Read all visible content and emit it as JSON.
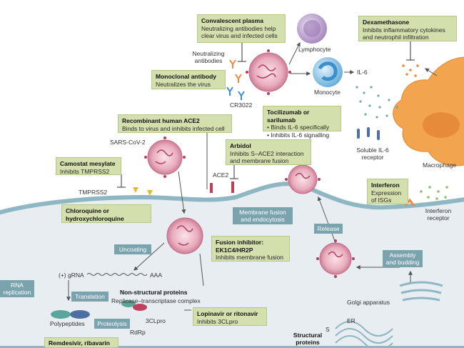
{
  "drugs": {
    "convalescent": {
      "title": "Convalescent plasma",
      "body": "Neutralizing antibodies help clear virus and infected cells"
    },
    "dexamethasone": {
      "title": "Dexamethasone",
      "body": "Inhibits inflammatory cytokines and neutrophil infiltration"
    },
    "monoclonal": {
      "title": "Monoclonal antibody",
      "body": "Neutralizes the virus"
    },
    "tocilizumab": {
      "title": "Tocilizumab or sarilumab",
      "bullet1": "• Binds IL-6 specifically",
      "bullet2": "• Inhibits IL-6 signalling"
    },
    "ace2": {
      "title": "Recombinant human ACE2",
      "body": "Binds to virus and inhibits infected cell"
    },
    "arbidol": {
      "title": "Arbidol",
      "body": "Inhibits S–ACE2 interaction and membrane fusion"
    },
    "camostat": {
      "title": "Camostat mesylate",
      "body": "Inhibits TMPRSS2"
    },
    "chloroquine": {
      "title": "Chloroquine or hydroxychloroquine"
    },
    "fusion": {
      "title": "Fusion inhibitor: EK1C4/HR2P",
      "body": "Inhibits membrane fusion"
    },
    "interferon": {
      "title": "Interferon",
      "body": "Expression of ISGs"
    },
    "lopinavir": {
      "title": "Lopinavir or ritonavir",
      "body": "Inhibits 3CLpro"
    },
    "remdesivir": {
      "title": "Remdesivir, ribavarin"
    }
  },
  "steps": {
    "membrane_fusion": "Membrane fusion and endocytosis",
    "uncoating": "Uncoating",
    "release": "Release",
    "assembly": "Assembly and budding",
    "rna_replication": "RNA replication",
    "translation": "Translation",
    "proteolysis": "Proteolysis"
  },
  "labels": {
    "neutralizing_antibodies": "Neutralizing antibodies",
    "lymphocyte": "Lymphocyte",
    "monocyte": "Monocyte",
    "il6": "IL-6",
    "cr3022": "CR3022",
    "soluble_il6": "Soluble IL-6 receptor",
    "macrophage": "Macrophage",
    "sars": "SARS-CoV-2",
    "ace2_receptor": "ACE2",
    "tmprss2": "TMPRSS2",
    "interferon_receptor": "Interferon receptor",
    "gRNA": "(+) gRNA",
    "aaa": "AAA",
    "nsp_title": "Non-structural proteins",
    "nsp_body": "Replicase–transcriptase complex",
    "polypeptides": "Polypeptides",
    "threeclpro": "3CLpro",
    "rdrp": "RdRp",
    "golgi": "Golgi apparatus",
    "er": "ER",
    "s_protein": "S",
    "structural": "Structural proteins"
  },
  "colors": {
    "box_fill": "#d3dfad",
    "step_tag": "#7aa3ae",
    "cell_fill": "#e7edf1",
    "cell_outline": "#8fb7c3",
    "virus": "#d07a92",
    "macrophage": "#f2a44f",
    "monocyte": "#3d8fc9",
    "lymphocyte": "#b493c4",
    "il6_dots": "#6fa9a0",
    "interferon_dots": "#8cc06a"
  }
}
